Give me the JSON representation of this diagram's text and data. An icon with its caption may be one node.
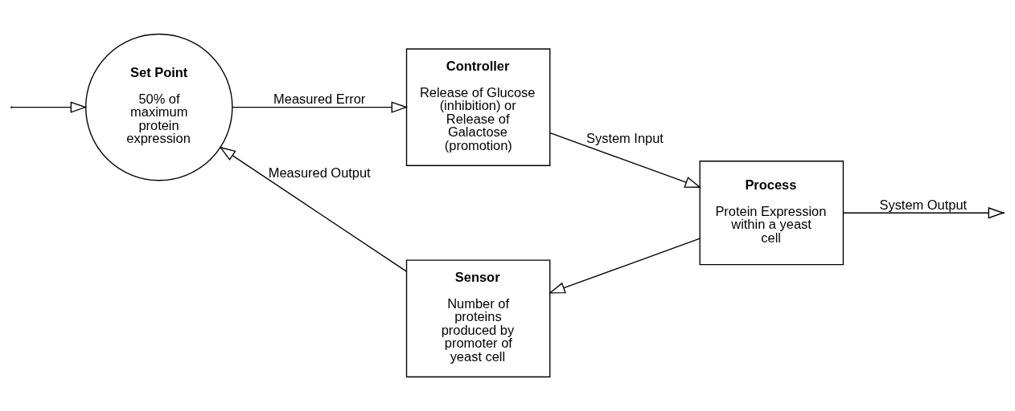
{
  "diagram": {
    "nodes": [
      {
        "text": [
          "Set Point",
          "50% of maximum protein expression"
        ]
      },
      {
        "text": [
          "Controller",
          "Release of Glucose (inhibition) or Release of Galactose (promotion)"
        ]
      },
      {
        "text": [
          "Process",
          "Protein Expression within a yeast cell"
        ]
      },
      {
        "text": [
          "Sensor",
          "Number of proteins produced by promoter of yeast cell"
        ]
      }
    ],
    "edges": [
      {
        "from": null,
        "to": 0,
        "arrow": "to"
      },
      {
        "from": 0,
        "to": 1,
        "arrow": "to",
        "label": "Measured Error"
      },
      {
        "from": 1,
        "to": 2,
        "arrow": "to",
        "label": "System Input"
      },
      {
        "from": 2,
        "to": null,
        "arrow": "to",
        "label": "System Output"
      },
      {
        "from": 2,
        "to": 3,
        "arrow": "to"
      },
      {
        "from": 3,
        "to": 0,
        "arrow": "to",
        "label": "Measured Output"
      }
    ]
  }
}
